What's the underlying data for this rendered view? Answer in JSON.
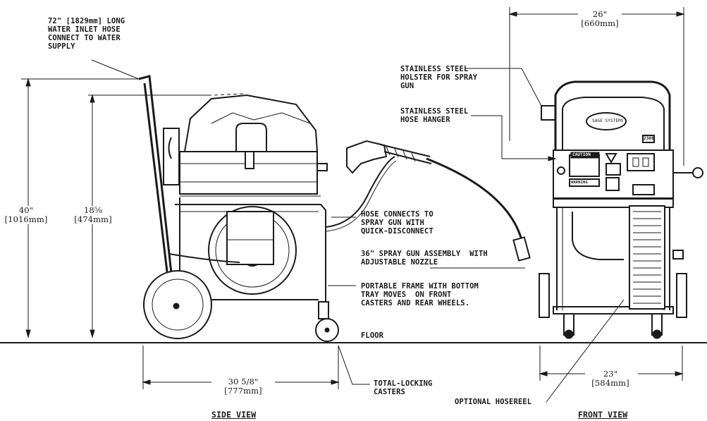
{
  "labels": {
    "inlet_hose": "72\" [1829mm] LONG\nWATER INLET HOSE\nCONNECT TO WATER\nSUPPLY",
    "holster": "STAINLESS STEEL\nHOLSTER FOR SPRAY\nGUN",
    "hanger": "STAINLESS STEEL\nHOSE HANGER",
    "hose_connect": "HOSE CONNECTS TO\nSPRAY GUN WITH\nQUICK-DISCONNECT",
    "spray_gun": "36\" SPRAY GUN ASSEMBLY  WITH\nADJUSTABLE NOZZLE",
    "frame": "PORTABLE FRAME WITH BOTTOM\nTRAY MOVES  ON FRONT\nCASTERS AND REAR WHEELS.",
    "floor": "FLOOR",
    "casters": "TOTAL-LOCKING\nCASTERS",
    "hosereel": "OPTIONAL HOSEREEL",
    "side_view": "SIDE VIEW",
    "front_view": "FRONT VIEW"
  },
  "dimensions": {
    "height_total": "40\"\n[1016mm]",
    "height_tank": "18⅝\n[474mm]",
    "length": "30 5/8\"\n[777mm]",
    "width_top": "26\"\n[660mm]",
    "width_base": "23\"\n[584mm]"
  },
  "machine_markings": {
    "brand": "SAGE SYSTEMS",
    "caution": "CAUTION",
    "warning": "WARNING",
    "model_no": "2300"
  }
}
